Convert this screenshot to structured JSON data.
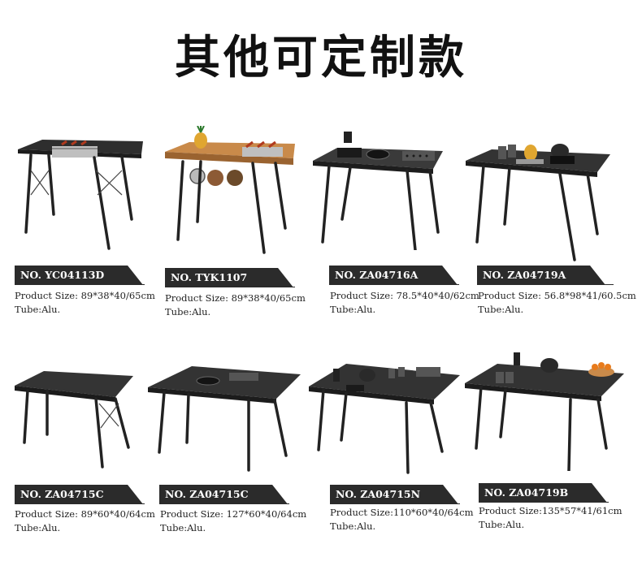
{
  "title": "其他可定制款",
  "products": [
    {
      "model": "NO. YC04113D",
      "size": "Product Size: 89*38*40/65cm",
      "tube": "Tube:Alu."
    },
    {
      "model": "NO. TYK1107",
      "size": "Product Size: 89*38*40/65cm",
      "tube": "Tube:Alu."
    },
    {
      "model": "NO. ZA04716A",
      "size": "Product Size: 78.5*40*40/62cm",
      "tube": "Tube:Alu."
    },
    {
      "model": "NO. ZA04719A",
      "size": "Product Size: 56.8*98*41/60.5cm",
      "tube": "Tube:Alu."
    },
    {
      "model": "NO. ZA04715C",
      "size": "Product Size: 89*60*40/64cm",
      "tube": "Tube:Alu."
    },
    {
      "model": "NO. ZA04715C",
      "size": "Product Size: 127*60*40/64cm",
      "tube": "Tube:Alu."
    },
    {
      "model": "NO. ZA04715N",
      "size": "Product Size:110*60*40/64cm",
      "tube": "Tube:Alu."
    },
    {
      "model": "NO. ZA04719B",
      "size": "Product Size:135*57*41/61cm",
      "tube": "Tube:Alu."
    }
  ],
  "colors": {
    "tag_background": "#2b2b2b",
    "tag_text": "#ffffff",
    "table_top": "#2e2e2e",
    "wood": "#c98a4a"
  }
}
